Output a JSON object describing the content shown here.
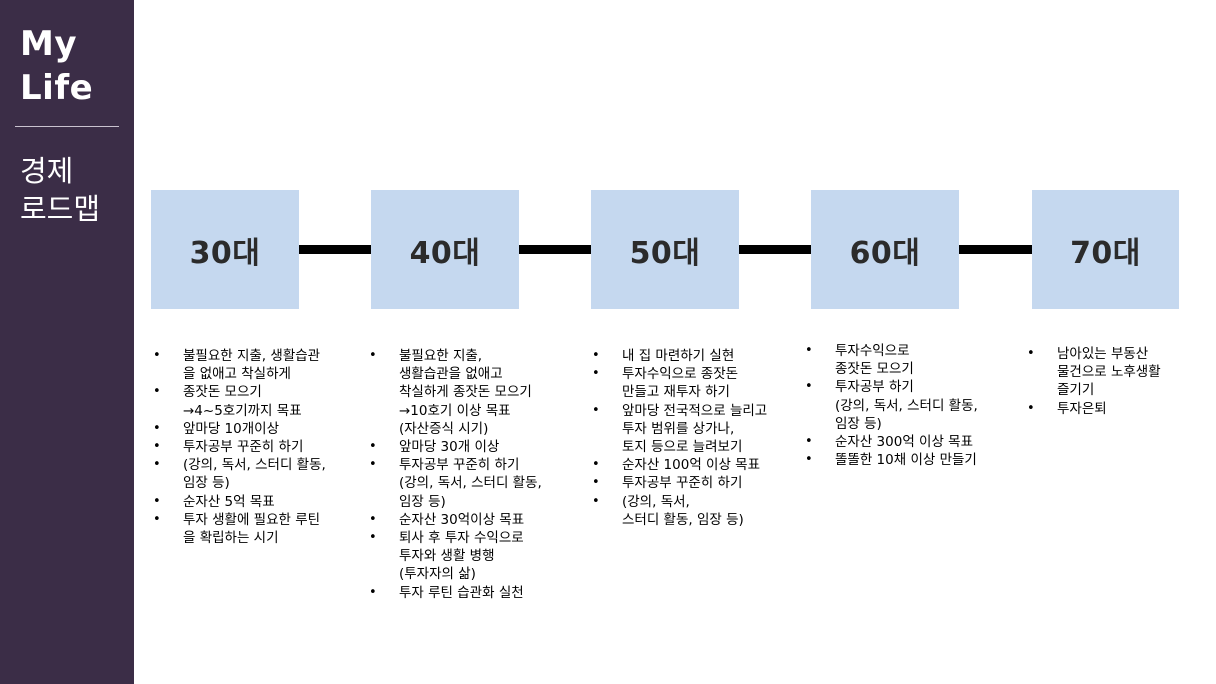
{
  "sidebar": {
    "brand": [
      "My",
      "Life"
    ],
    "section_title": [
      "경제",
      "로드맵"
    ]
  },
  "stages": [
    {
      "label": "30대",
      "items": [
        "불필요한 지출, 생활습관\n을 없애고 착실하게",
        "종잣돈 모으기\n→4~5호기까지 목표",
        "앞마당 10개이상",
        "투자공부 꾸준히 하기",
        "(강의, 독서, 스터디 활동,\n임장 등)",
        "순자산 5억 목표",
        "투자 생활에 필요한 루틴\n을 확립하는 시기"
      ]
    },
    {
      "label": "40대",
      "items": [
        "불필요한 지출,\n생활습관을 없애고\n착실하게 종잣돈 모으기\n→10호기 이상 목표\n(자산증식 시기)",
        "앞마당 30개 이상",
        "투자공부 꾸준히 하기\n(강의, 독서, 스터디 활동,\n임장 등)",
        "순자산 30억이상 목표",
        "퇴사 후 투자 수익으로\n 투자와 생활 병행\n (투자자의 삶)",
        "투자 루틴 습관화 실천"
      ]
    },
    {
      "label": "50대",
      "items": [
        "내 집 마련하기 실현",
        "투자수익으로 종잣돈\n 만들고 재투자 하기",
        "앞마당 전국적으로 늘리고\n 투자 범위를 상가나,\n 토지 등으로 늘려보기",
        "순자산 100억 이상 목표",
        "투자공부 꾸준히 하기",
        "(강의, 독서,\n 스터디 활동, 임장 등)"
      ]
    },
    {
      "label": "60대",
      "items": [
        "투자수익으로\n 종잣돈 모으기",
        "투자공부 하기\n (강의, 독서, 스터디 활동,\n 임장 등)",
        "순자산 300억 이상 목표",
        "똘똘한 10채 이상 만들기"
      ]
    },
    {
      "label": "70대",
      "items": [
        "남아있는 부동산\n물건으로 노후생활\n즐기기",
        "투자은퇴"
      ]
    }
  ]
}
